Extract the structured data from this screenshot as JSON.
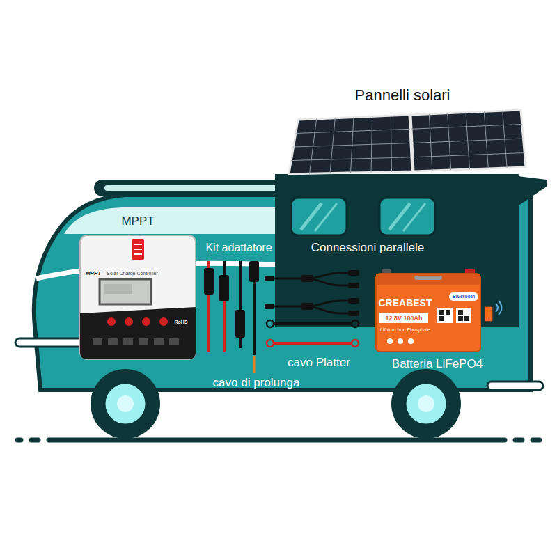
{
  "diagram": {
    "labels": [
      "Pannelli solari",
      "MPPT",
      "Kit adattatore",
      "Connessioni parallele",
      "MPPT",
      "Solar Charge Controller",
      "RoHS",
      "CREABEST",
      "12.8V 100Ah",
      "Lithium Iron Phosphate",
      "Bluetooth",
      "cavo Platter",
      "cavo di prolunga",
      "Batteria LiFePO4"
    ]
  }
}
